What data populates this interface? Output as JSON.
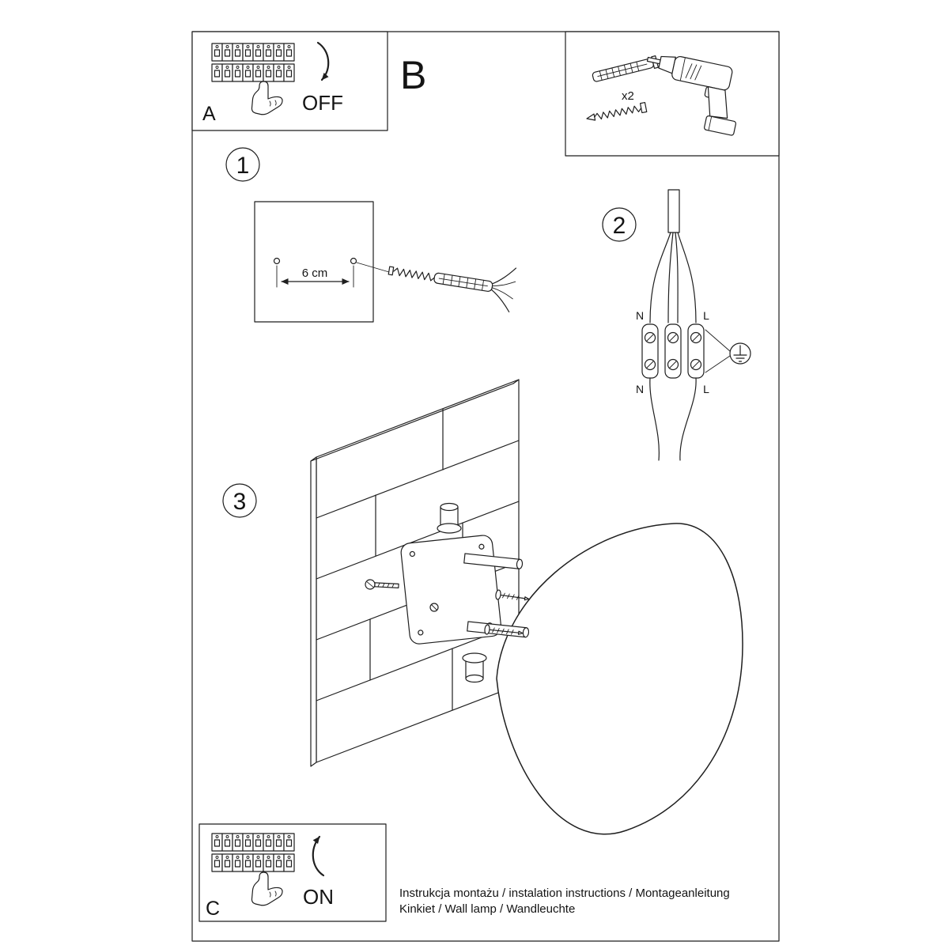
{
  "panel_a": {
    "label": "A",
    "state": "OFF"
  },
  "panel_b": {
    "label": "B",
    "screw_qty": "x2"
  },
  "panel_c": {
    "label": "C",
    "state": "ON"
  },
  "step1": {
    "number": "1",
    "hole_spacing": "6 cm"
  },
  "step2": {
    "number": "2",
    "terminal_top_left": "N",
    "terminal_top_right": "L",
    "terminal_bottom_left": "N",
    "terminal_bottom_right": "L"
  },
  "step3": {
    "number": "3"
  },
  "footer": {
    "line1": "Instrukcja montażu / instalation instructions / Montageanleitung",
    "line2": "Kinkiet / Wall lamp / Wandleuchte"
  }
}
